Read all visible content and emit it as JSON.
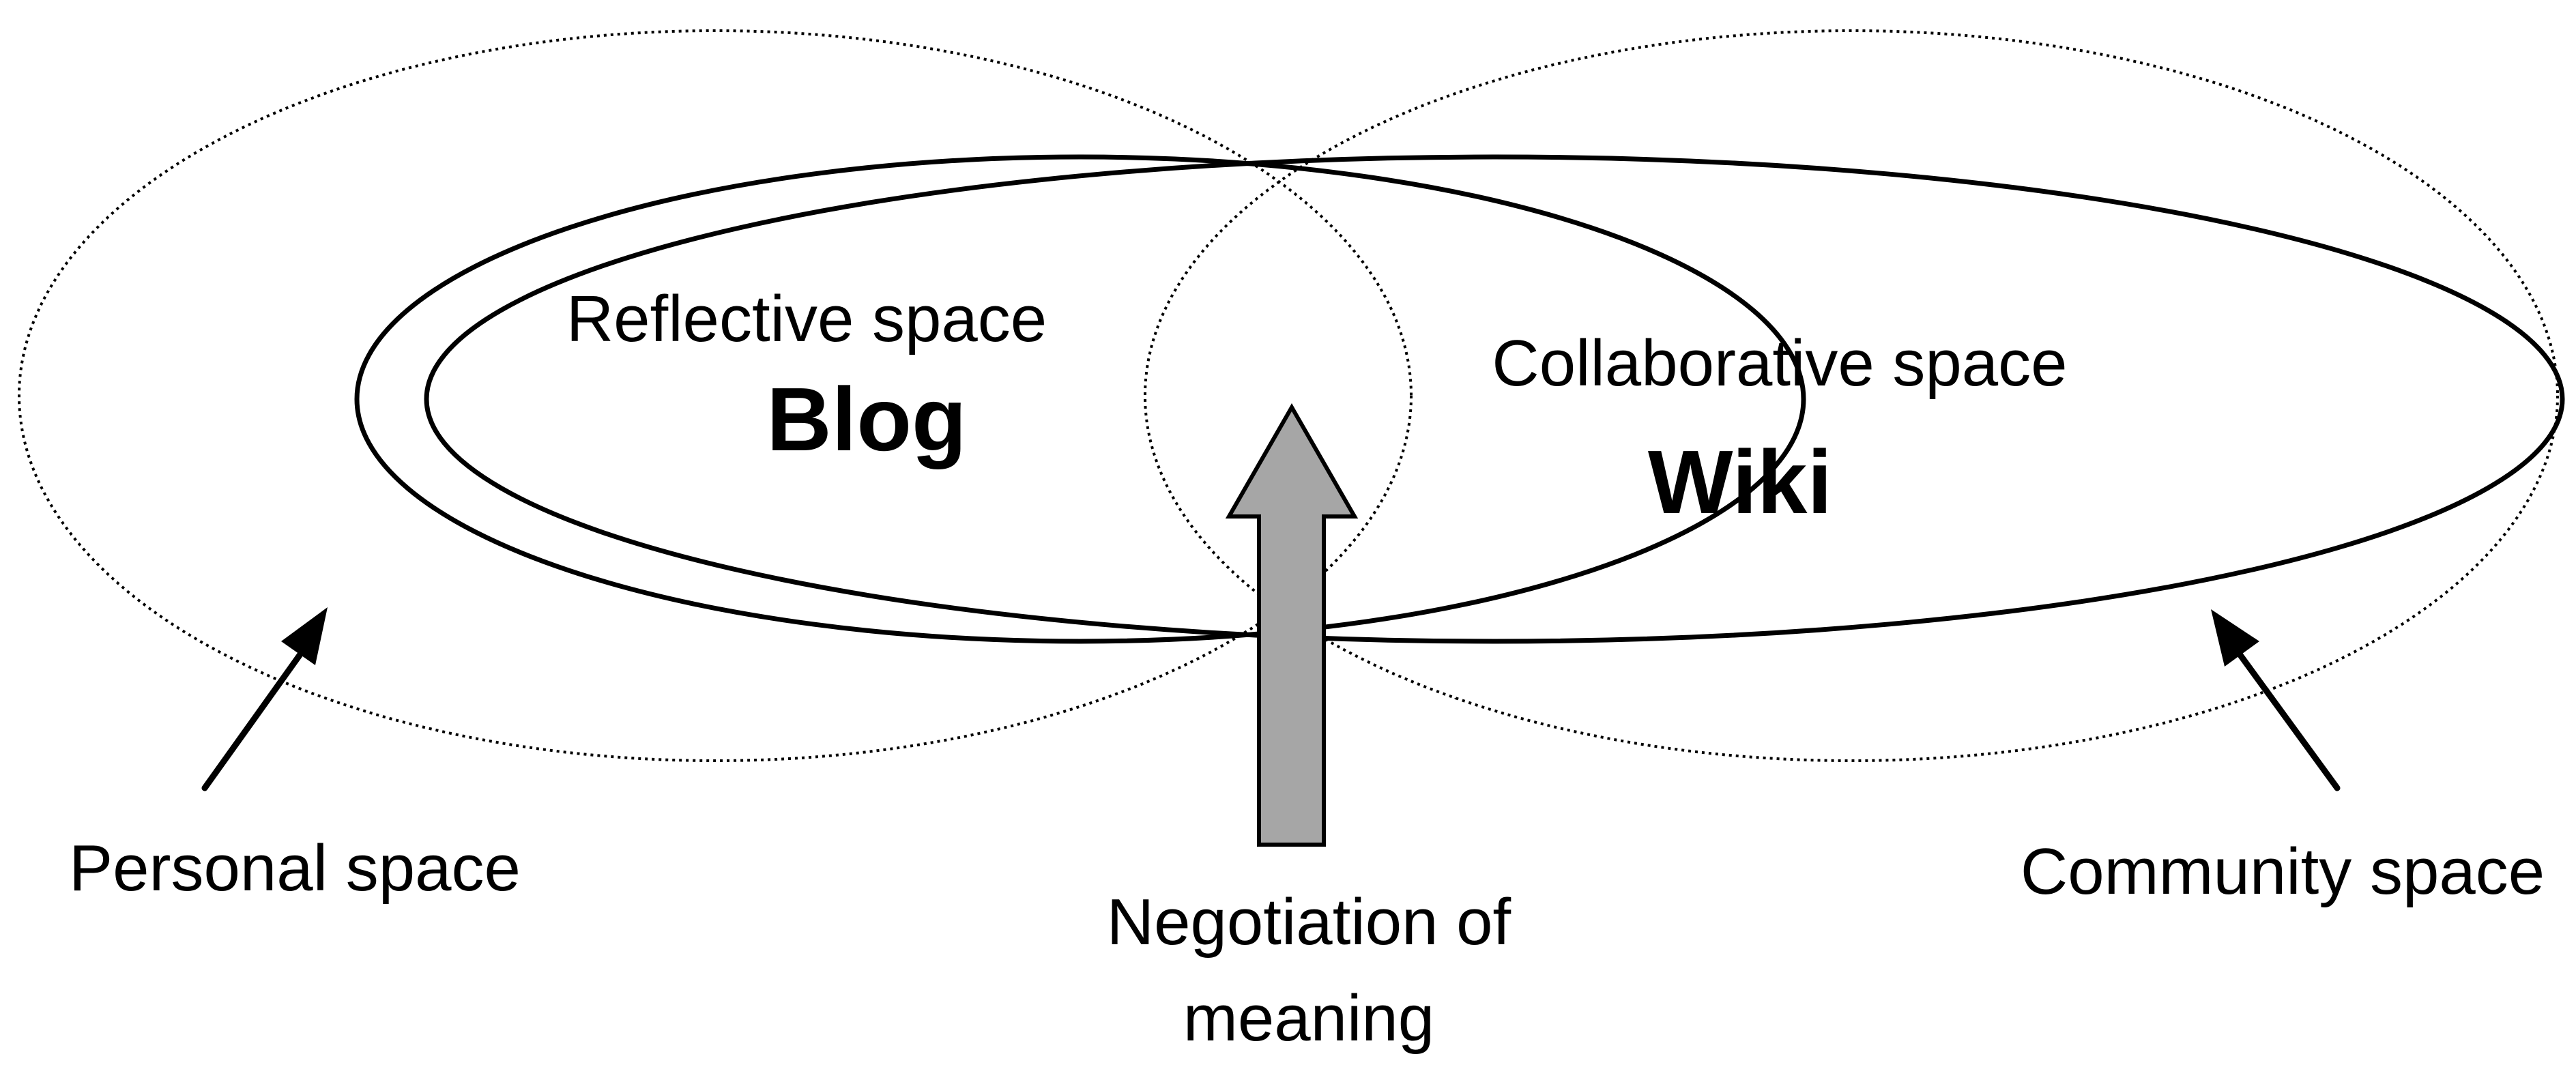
{
  "diagram": {
    "personal_space": "Personal space",
    "community_space": "Community space",
    "reflective_space": "Reflective space",
    "blog": "Blog",
    "collaborative_space": "Collaborative space",
    "wiki": "Wiki",
    "negotiation_line1": "Negotiation of",
    "negotiation_line2": "meaning"
  },
  "colors": {
    "outline": "#000000",
    "arrow_fill": "#a6a6a6",
    "background": "#ffffff"
  }
}
